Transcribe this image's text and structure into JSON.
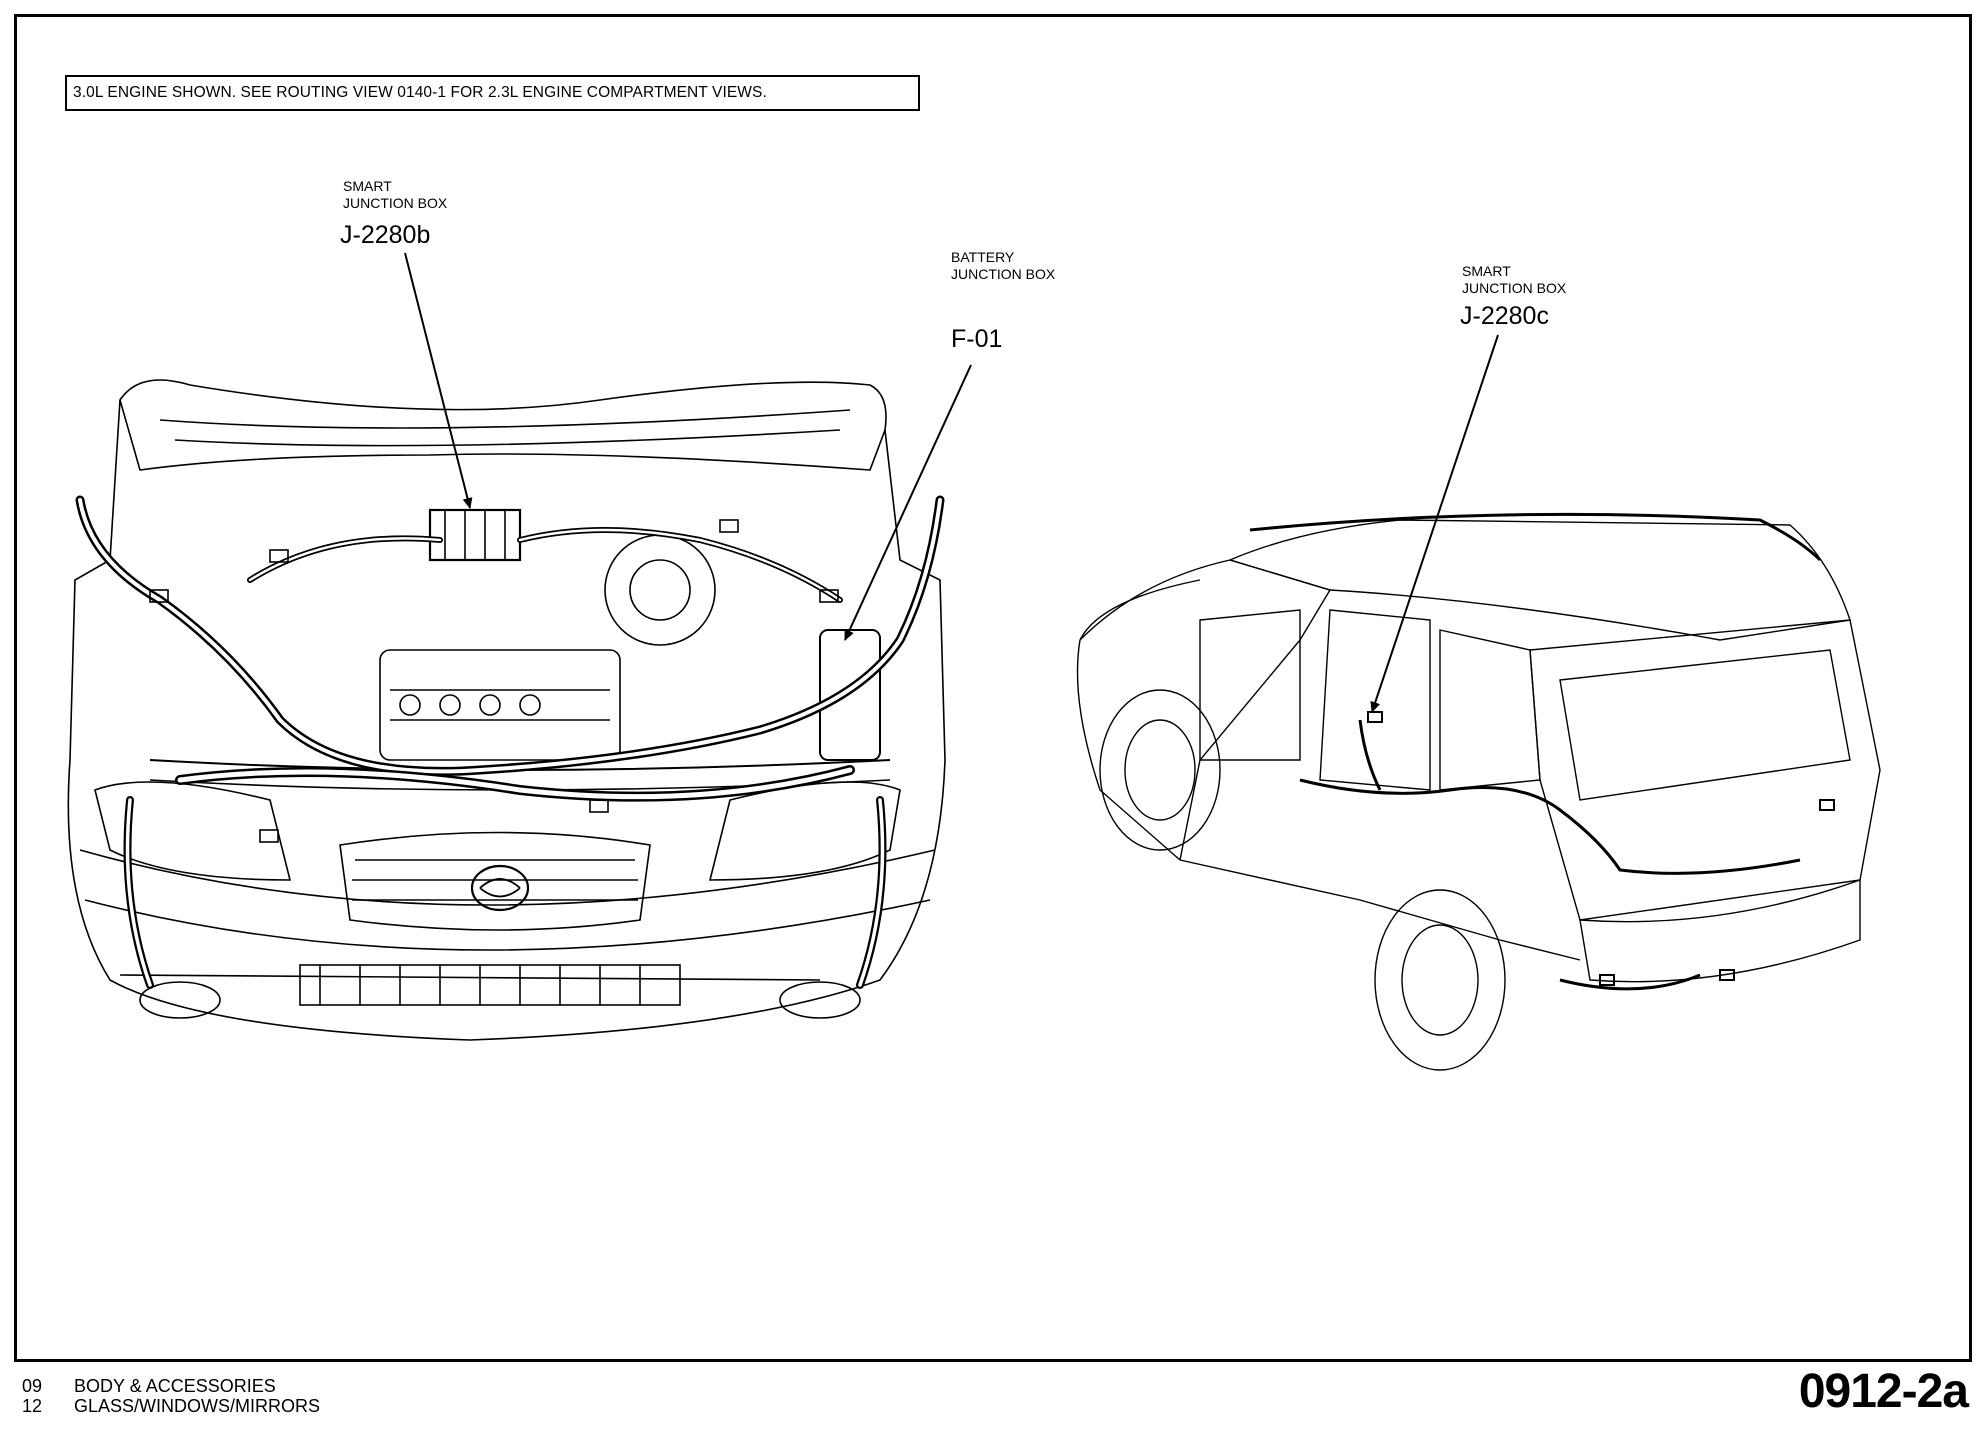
{
  "note": "3.0L ENGINE SHOWN. SEE ROUTING VIEW 0140-1 FOR 2.3L ENGINE COMPARTMENT VIEWS.",
  "callouts": [
    {
      "line1": "SMART",
      "line2": "JUNCTION BOX",
      "id": "J-2280b"
    },
    {
      "line1": "BATTERY",
      "line2": "JUNCTION BOX",
      "id": "F-01"
    },
    {
      "line1": "SMART",
      "line2": "JUNCTION BOX",
      "id": "J-2280c"
    }
  ],
  "footer": {
    "rows": [
      {
        "num": "09",
        "label": "BODY & ACCESSORIES"
      },
      {
        "num": "12",
        "label": "GLASS/WINDOWS/MIRRORS"
      }
    ],
    "page_id": "0912-2a"
  }
}
